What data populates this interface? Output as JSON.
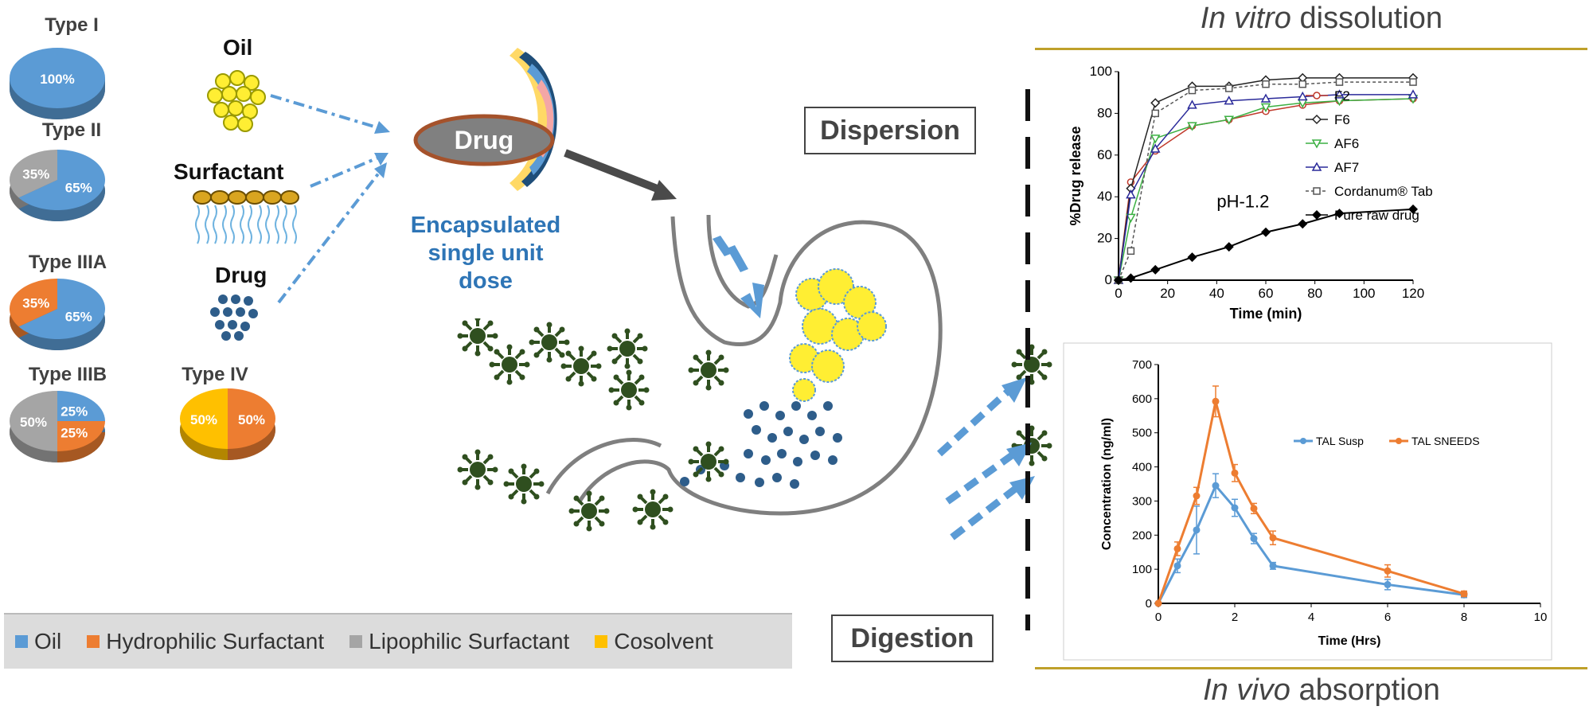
{
  "formulation_types": [
    {
      "label": "Type I",
      "slices": [
        {
          "component": "oil",
          "value": 100,
          "text": "100%"
        }
      ]
    },
    {
      "label": "Type II",
      "slices": [
        {
          "component": "oil",
          "value": 65,
          "text": "65%"
        },
        {
          "component": "lipophilic",
          "value": 35,
          "text": "35%"
        }
      ]
    },
    {
      "label": "Type IIIA",
      "slices": [
        {
          "component": "oil",
          "value": 65,
          "text": "65%"
        },
        {
          "component": "hydrophilic",
          "value": 35,
          "text": "35%"
        }
      ]
    },
    {
      "label": "Type IIIB",
      "slices": [
        {
          "component": "oil",
          "value": 25,
          "text": "25%"
        },
        {
          "component": "hydrophilic",
          "value": 25,
          "text": "25%"
        },
        {
          "component": "lipophilic",
          "value": 50,
          "text": "50%"
        }
      ]
    },
    {
      "label": "Type IV",
      "slices": [
        {
          "component": "hydrophilic",
          "value": 50,
          "text": "50%"
        },
        {
          "component": "cosolvent",
          "value": 50,
          "text": "50%"
        }
      ]
    }
  ],
  "components": {
    "oil": "Oil",
    "surfactant": "Surfactant",
    "drug": "Drug"
  },
  "capsule": {
    "label": "Drug",
    "caption_line1": "Encapsulated",
    "caption_line2": "single unit",
    "caption_line3": "dose"
  },
  "stages": {
    "dispersion": "Dispersion",
    "digestion": "Digestion"
  },
  "sections": {
    "in_vitro_italic": "In vitro",
    "in_vitro_rest": " dissolution",
    "in_vivo_italic": "In vivo",
    "in_vivo_rest": " absorption"
  },
  "legend": [
    {
      "key": "oil",
      "label": "Oil"
    },
    {
      "key": "hydrophilic",
      "label": "Hydrophilic Surfactant"
    },
    {
      "key": "lipophilic",
      "label": "Lipophilic Surfactant"
    },
    {
      "key": "cosolvent",
      "label": "Cosolvent"
    }
  ],
  "colors": {
    "oil": "#5b9bd5",
    "hydrophilic": "#ed7d31",
    "lipophilic": "#a5a5a5",
    "cosolvent": "#ffc000",
    "arrow": "#5b9bd5",
    "micelle": "#2f4f1f",
    "drug_dot": "#2e5d8a",
    "accent_line": "#bfa02a"
  },
  "chart_data": [
    {
      "type": "line",
      "xlabel": "Time (min)",
      "ylabel": "%Drug release",
      "xlim": [
        0,
        120
      ],
      "ylim": [
        0,
        100
      ],
      "xticks": [
        0,
        20,
        40,
        60,
        80,
        100,
        120
      ],
      "yticks": [
        0,
        20,
        40,
        60,
        80,
        100
      ],
      "annotation": "pH-1.2",
      "legend_position": "right",
      "series": [
        {
          "name": "F2",
          "color": "#c0392b",
          "marker": "circle",
          "x": [
            0,
            5,
            15,
            30,
            45,
            60,
            75,
            90,
            120
          ],
          "y": [
            0,
            47,
            62,
            74,
            77,
            81,
            84,
            86,
            87
          ]
        },
        {
          "name": "F6",
          "color": "#222222",
          "marker": "diamond",
          "x": [
            0,
            5,
            15,
            30,
            45,
            60,
            75,
            90,
            120
          ],
          "y": [
            0,
            44,
            85,
            93,
            93,
            96,
            97,
            97,
            97
          ]
        },
        {
          "name": "AF6",
          "color": "#3cb043",
          "marker": "triangle-down",
          "x": [
            0,
            5,
            15,
            30,
            45,
            60,
            75,
            90,
            120
          ],
          "y": [
            0,
            30,
            68,
            74,
            77,
            83,
            85,
            86,
            87
          ]
        },
        {
          "name": "AF7",
          "color": "#2a2a9a",
          "marker": "triangle-up",
          "x": [
            0,
            5,
            15,
            30,
            45,
            60,
            75,
            90,
            120
          ],
          "y": [
            0,
            41,
            63,
            84,
            86,
            87,
            88,
            89,
            89
          ]
        },
        {
          "name": "Cordanum® Tab",
          "color": "#555555",
          "marker": "square",
          "dashed": true,
          "x": [
            0,
            5,
            15,
            30,
            45,
            60,
            75,
            90,
            120
          ],
          "y": [
            0,
            14,
            80,
            91,
            92,
            94,
            94,
            95,
            95
          ]
        },
        {
          "name": "Pure raw drug",
          "color": "#000000",
          "marker": "diamond-filled",
          "x": [
            0,
            5,
            15,
            30,
            45,
            60,
            75,
            90,
            120
          ],
          "y": [
            0,
            1,
            5,
            11,
            16,
            23,
            27,
            32,
            34
          ]
        }
      ]
    },
    {
      "type": "line",
      "xlabel": "Time (Hrs)",
      "ylabel": "Concentration (ng/ml)",
      "xlim": [
        0,
        10
      ],
      "ylim": [
        0,
        700
      ],
      "xticks": [
        0,
        2,
        4,
        6,
        8,
        10
      ],
      "yticks": [
        0,
        100,
        200,
        300,
        400,
        500,
        600,
        700
      ],
      "legend_position": "right",
      "series": [
        {
          "name": "TAL Susp",
          "color": "#5b9bd5",
          "x": [
            0,
            0.5,
            1,
            1.5,
            2,
            2.5,
            3,
            6,
            8
          ],
          "y": [
            0,
            110,
            215,
            345,
            280,
            190,
            110,
            55,
            25
          ],
          "err": [
            0,
            20,
            70,
            35,
            25,
            15,
            10,
            15,
            8
          ]
        },
        {
          "name": "TAL SNEEDS",
          "color": "#ed7d31",
          "x": [
            0,
            0.5,
            1,
            1.5,
            2,
            2.5,
            3,
            6,
            8
          ],
          "y": [
            0,
            160,
            315,
            592,
            382,
            278,
            192,
            95,
            28
          ],
          "err": [
            0,
            20,
            25,
            45,
            25,
            15,
            20,
            18,
            8
          ]
        }
      ]
    }
  ]
}
